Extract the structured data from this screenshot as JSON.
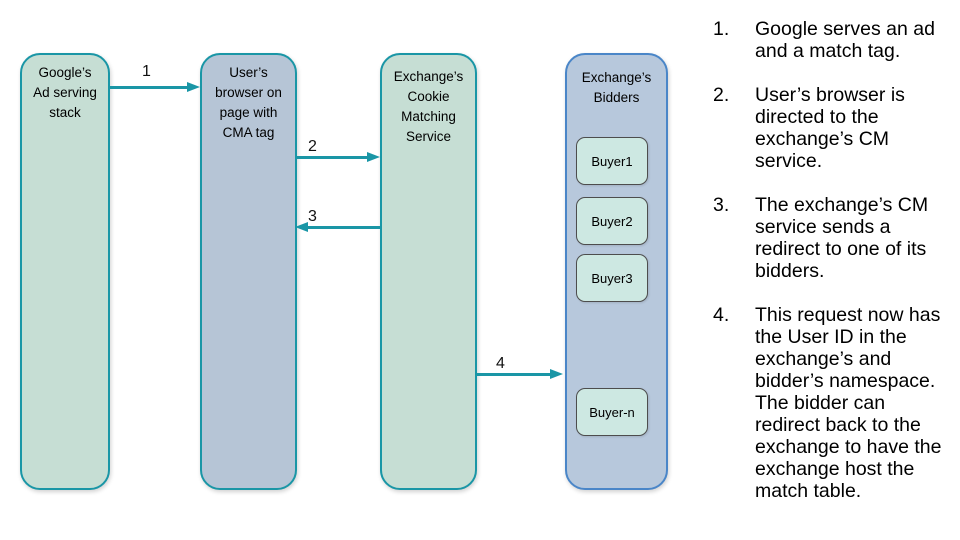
{
  "diagram": {
    "nodes": [
      {
        "label": "Google’s\nAd serving\nstack"
      },
      {
        "label": "User’s\nbrowser on\npage with\nCMA tag"
      },
      {
        "label": "Exchange’s\nCookie\nMatching\nService"
      },
      {
        "label": "Exchange’s\nBidders"
      }
    ],
    "buyers": [
      {
        "label": "Buyer1"
      },
      {
        "label": "Buyer2"
      },
      {
        "label": "Buyer3"
      },
      {
        "label": "Buyer-n"
      }
    ],
    "arrows": [
      {
        "label": "1"
      },
      {
        "label": "2"
      },
      {
        "label": "3"
      },
      {
        "label": "4"
      }
    ]
  },
  "notes": {
    "items": [
      {
        "number": "1.",
        "text": "Google serves an ad\nand a match tag."
      },
      {
        "number": "2.",
        "text": "User’s browser is\ndirected to the\nexchange’s CM\nservice."
      },
      {
        "number": "3.",
        "text": "The exchange’s CM\nservice sends a\nredirect to one of its\nbidders."
      },
      {
        "number": "4.",
        "text": "This request now has\nthe User ID in the\nexchange’s and\nbidder’s namespace.\nThe bidder can\nredirect back to the\nexchange to have the\nexchange host the\nmatch table."
      }
    ]
  },
  "colors": {
    "teal_accent": "#1a96a6",
    "green_fill": "#c6ded4",
    "blue_fill": "#b6c5d6",
    "bidders_fill": "#b7c8dc",
    "bidders_border": "#4a86c8",
    "buyer_fill": "#cde8e2",
    "buyer_border": "#4d4d4d"
  }
}
